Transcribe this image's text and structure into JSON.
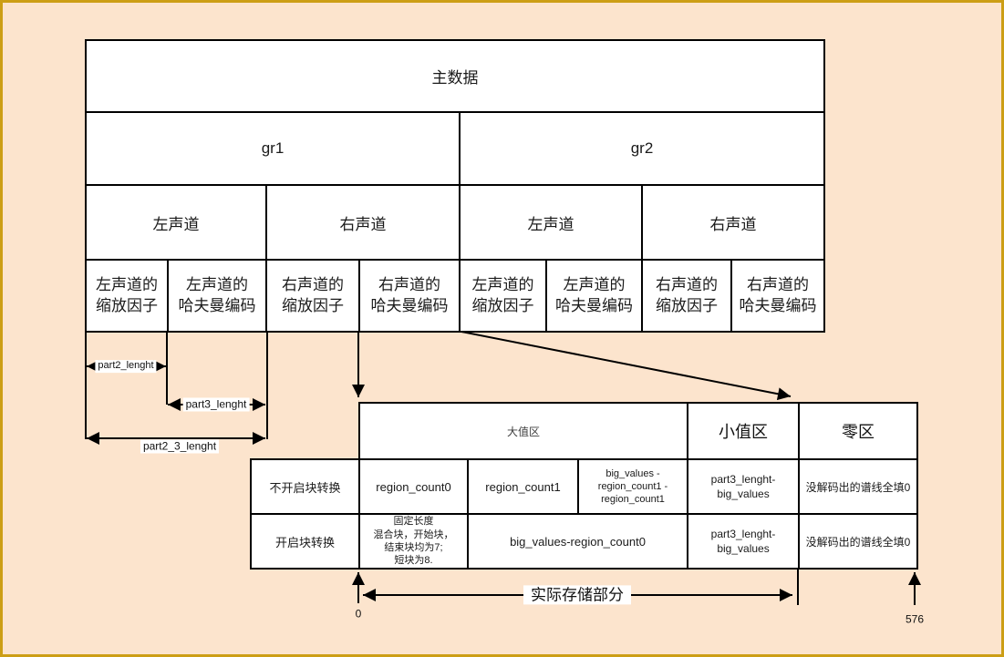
{
  "colors": {
    "background": "#FCE4CD",
    "frame_border": "#CC9E15",
    "cell_background": "#FFFFFF",
    "line": "#000000",
    "big_region_header_text": "#3D3D3D"
  },
  "table1": {
    "title": "主数据",
    "group1": "gr1",
    "group2": "gr2",
    "channels": [
      "左声道",
      "右声道",
      "左声道",
      "右声道"
    ],
    "details": [
      [
        "左声道的",
        "缩放因子"
      ],
      [
        "左声道的",
        "哈夫曼编码"
      ],
      [
        "右声道的",
        "缩放因子"
      ],
      [
        "右声道的",
        "哈夫曼编码"
      ],
      [
        "左声道的",
        "缩放因子"
      ],
      [
        "左声道的",
        "哈夫曼编码"
      ],
      [
        "右声道的",
        "缩放因子"
      ],
      [
        "右声道的",
        "哈夫曼编码"
      ]
    ]
  },
  "length_arrows": {
    "part2": "part2_lenght",
    "part3": "part3_lenght",
    "part2_3": "part2_3_lenght"
  },
  "table2": {
    "headers": {
      "big": "大值区",
      "small": "小值区",
      "zero": "零区"
    },
    "row1": {
      "label": "不开启块转换",
      "c1": "region_count0",
      "c2": "region_count1",
      "c3": [
        "big_values -",
        "region_count1 -",
        "region_count1"
      ],
      "c4": [
        "part3_lenght-",
        "big_values"
      ],
      "c5": "没解码出的谱线全填0"
    },
    "row2": {
      "label": "开启块转换",
      "c1": [
        "固定长度",
        "混合块，开始块，",
        "结束块均为7;",
        "短块为8."
      ],
      "c2": "big_values-region_count0",
      "c4": [
        "part3_lenght-",
        "big_values"
      ],
      "c5": "没解码出的谱线全填0"
    }
  },
  "bottom": {
    "storage_label": "实际存储部分",
    "scale_start": "0",
    "scale_end": "576"
  }
}
